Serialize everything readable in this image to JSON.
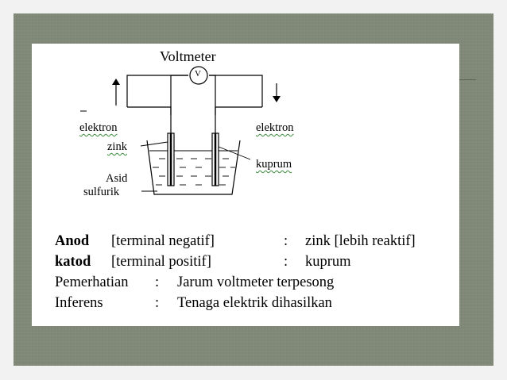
{
  "colors": {
    "frame_background": "#7f8777",
    "card_background": "#ffffff",
    "ink": "#000000",
    "spelling_underline": "#3a8a3a"
  },
  "diagram": {
    "meter_title": "Voltmeter",
    "meter_symbol": "V",
    "left_electron_label": "elektron",
    "right_electron_label": "elektron",
    "left_electrode_label": "zink",
    "right_electrode_label": "kuprum",
    "electrolyte_label_line1": "Asid",
    "electrolyte_label_line2": "sulfurik",
    "left_arrow_icon": "arrow-up-icon",
    "right_arrow_icon": "arrow-down-icon"
  },
  "info": {
    "anode_term": "Anod",
    "anode_terminal": "[terminal negatif]",
    "separator": ":",
    "anode_value": "zink [lebih reaktif]",
    "cathode_term": "katod",
    "cathode_terminal": "[terminal positif]",
    "cathode_value": "kuprum",
    "observation_term": "Pemerhatian",
    "observation_value": "Jarum voltmeter terpesong",
    "inference_term": "Inferens",
    "inference_value": "Tenaga elektrik dihasilkan"
  }
}
